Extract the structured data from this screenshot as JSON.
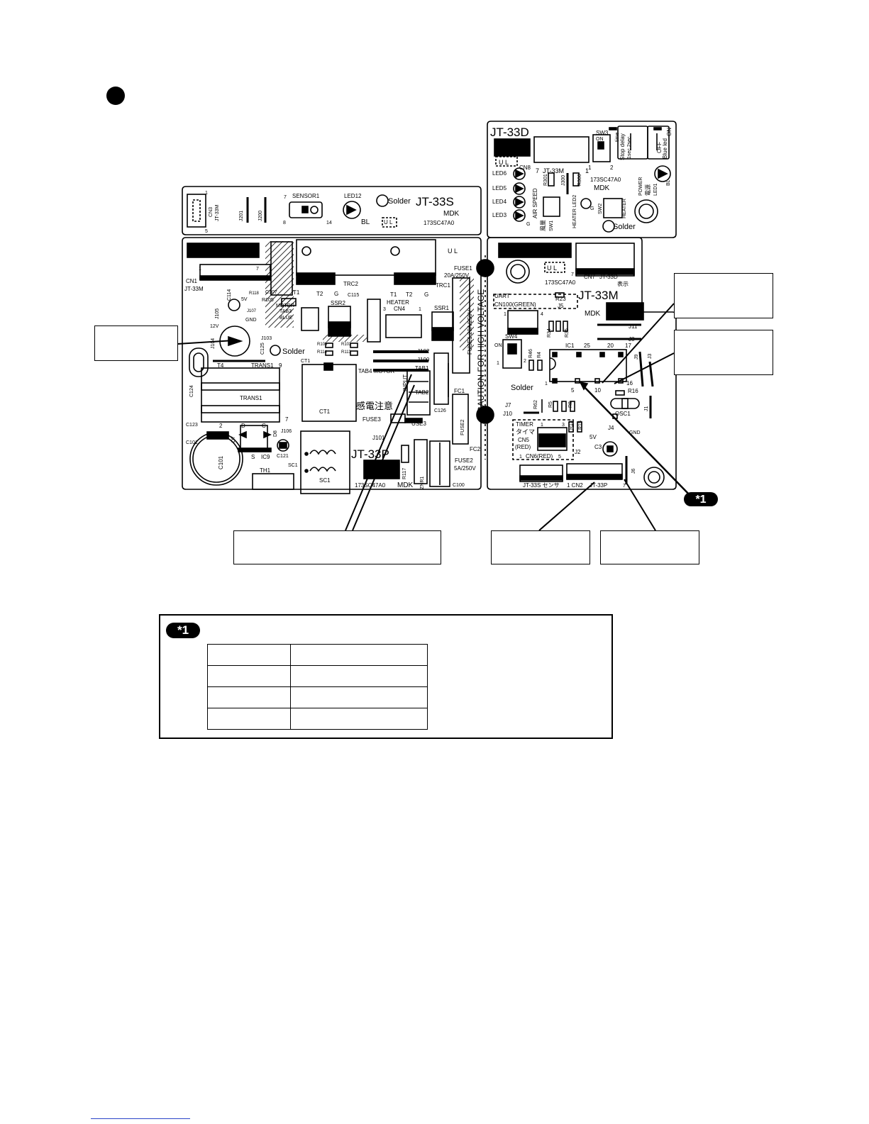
{
  "boards": {
    "display": {
      "name": "JT-33D",
      "model_code": "173SC47A0",
      "maker": "MDK",
      "connectors": {
        "cn8": "CN8",
        "cn8_pins": [
          "7",
          "1"
        ],
        "ref": "JT-33M"
      },
      "switches": {
        "sw3": "SW3",
        "sw3_on": "ON",
        "sw3_pins": [
          "1",
          "2"
        ],
        "sw3_label": "Stop delay",
        "sw3_sub1": "time",
        "sw3_sub2": "1sec 2sec",
        "sw1": "SW1",
        "sw2": "SW2",
        "blue_led": "Blue led",
        "on": "ON",
        "off": "OFF"
      },
      "leds": [
        "LED6",
        "LED5",
        "LED4",
        "LED3"
      ],
      "led_color": "G",
      "labels": {
        "air_speed": "AIR SPEED",
        "kaze": "風量",
        "heater": "HEATER",
        "heater_led": "HEATER LED2",
        "power": "POWER",
        "dengen": "電源",
        "led1": "LED1",
        "bl": "BL",
        "r301": "R301",
        "j300": "J300",
        "r300": "R300",
        "ul": "U L",
        "solder": "Solder"
      }
    },
    "sensor": {
      "name": "JT-33S",
      "model_code": "173SC47A0",
      "maker": "MDK",
      "labels": {
        "cn3": "CN3",
        "cn3_ref": "JT-33M",
        "pin1": "1",
        "pin5": "5",
        "j201": "J201",
        "j200": "J200",
        "sensor1": "SENSOR1",
        "s_pin7": "7",
        "s_pin8": "8",
        "s_pin14": "14",
        "led12": "LED12",
        "bl": "BL",
        "solder": "Solder",
        "ul": "U L"
      }
    },
    "power": {
      "name": "JT-33P",
      "model_code": "173SC47A0",
      "maker": "MDK",
      "labels": {
        "cn1": "CN1",
        "cn1_ref": "JT-33M",
        "cn1_pin1": "1",
        "cn1_pin7": "7",
        "c114": "C114",
        "r118": "R118",
        "v5": "5V",
        "j107": "J107",
        "gnd": "GND",
        "j105": "J105",
        "c107": "C107",
        "r105": "R105",
        "t1": "T1",
        "t2": "T2",
        "g": "G",
        "motor": "MOTOR",
        "tab3": "TAB3",
        "blue": "BLUE",
        "ssr2": "SSR2",
        "c115": "C115",
        "trc2": "TRC2",
        "heater": "HEATER",
        "cn4": "CN4",
        "pin3": "3",
        "pin1": "1",
        "ssr1": "SSR1",
        "trc1": "TRC1",
        "fuse1": "FUSE1",
        "fuse1_rating": "20A/250V",
        "fuse1_full": "FUSE1 20A/250V",
        "v12": "12V",
        "j104": "J104",
        "c125": "C125",
        "j103": "J103",
        "solder": "Solder",
        "r108": "R108",
        "r114": "R114",
        "r102": "R102",
        "r113": "R113",
        "j102": "J102",
        "j100": "J100",
        "t4": "T4",
        "trans1": "TRANS1",
        "trans1_pin9": "9",
        "ct1": "CT1",
        "tab4_motor": "TAB4 MOTOR",
        "tab1": "TAB1",
        "input": "INPUT",
        "tab2": "TAB2",
        "c124": "C124",
        "c123": "C123",
        "pin2": "2",
        "d": "D",
        "c": "C",
        "pin7": "7",
        "kanden": "感電注意",
        "fuse3": "FUSE3",
        "use3": "USE3",
        "c126": "C126",
        "fc1": "FC1",
        "fc2": "FC2",
        "fuse2_box": "FUSE2",
        "caution": "CAUTION FOR HIGH VOLTAGE",
        "c101": "C101",
        "d7": "D7",
        "d8": "D8",
        "j106": "J106",
        "s": "S",
        "ic9": "IC9",
        "c121": "C121",
        "sc1": "SC1",
        "th1": "TH1",
        "j101": "J101",
        "r117": "R117",
        "znr1": "ZNR1",
        "c100": "C100",
        "fuse2": "FUSE2",
        "fuse2_rating": "5A/250V",
        "ul": "U L"
      }
    },
    "main": {
      "name": "JT-33M",
      "model_code": "173SC47A0",
      "maker": "MDK",
      "labels": {
        "cn7": "CN7",
        "cn7_ref": "JT-33D",
        "hyoji": "表示",
        "pin7": "7",
        "pin1": "1",
        "uart": "UART",
        "r23": "R23",
        "cn100": "CN100(GREEN)",
        "j5": "J5",
        "pin4": "4",
        "r34": "R34",
        "r35": "R35",
        "j11": "J11",
        "j8": "J8",
        "sw4": "SW4",
        "on": "ON",
        "sw4_pin2": "2",
        "r46": "R46",
        "r4": "R4",
        "ic1": "IC1",
        "ic1_pin25": "25",
        "ic1_pin20": "20",
        "ic1_pin17": "17",
        "ic1_pin5": "5",
        "ic1_pin10": "10",
        "ic1_pin16": "16",
        "r16": "R16",
        "j9": "J9",
        "j3": "J3",
        "solder": "Solder",
        "osc1": "OSC1",
        "j7": "J7",
        "r62": "R62",
        "r5": "R5",
        "r8": "R8",
        "j10": "J10",
        "timer": "TIMER",
        "taima": "タイマ",
        "cn5": "CN5",
        "red": "(RED)",
        "cn5_pin1": "1",
        "cn5_pin3": "3",
        "r13": "R13",
        "r15": "R15",
        "j4": "J4",
        "gnd": "GND",
        "v5": "5V",
        "c3": "C3",
        "j1": "J1",
        "cn6": "CN6(RED)",
        "cn6_pin1": "1",
        "cn6_pin5": "5",
        "j2": "J2",
        "cn6_ref": "JT-33S センサ",
        "cn2": "1 CN2",
        "cn2_ref": "JT-33P",
        "pin7b": "7",
        "j6": "J6",
        "ul": "U L"
      }
    }
  },
  "callout_marker": "*1",
  "note_badge": "*1"
}
